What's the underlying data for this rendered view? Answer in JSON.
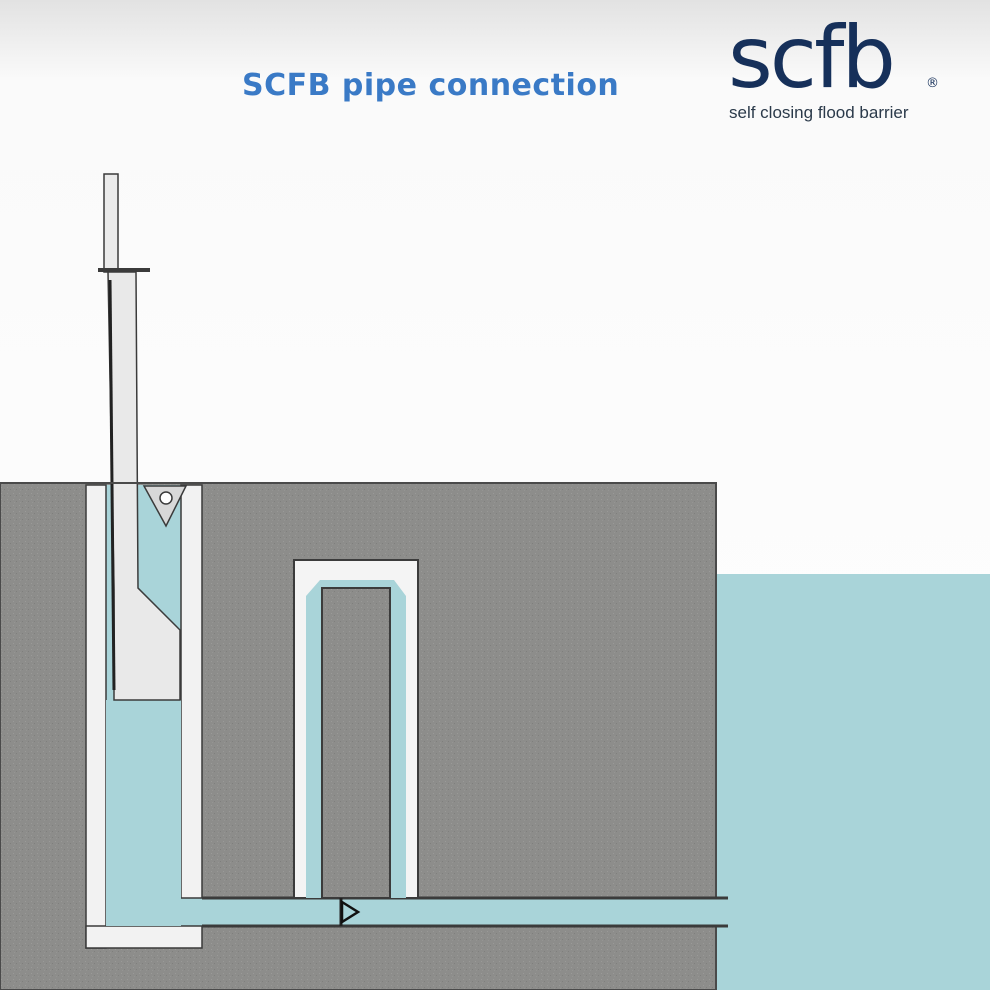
{
  "title": "SCFB pipe connection",
  "logo": {
    "wordmark": "scfb",
    "registered_mark": "®",
    "tagline": "self closing flood barrier"
  },
  "colors": {
    "title_blue": "#3a7ac6",
    "logo_navy": "#16305a",
    "concrete": "#8c8c8a",
    "water": "#a9d4d9",
    "barrier": "#e6e6e6",
    "outline": "#3b3b3b"
  },
  "icons": [
    "check-valve-icon"
  ]
}
